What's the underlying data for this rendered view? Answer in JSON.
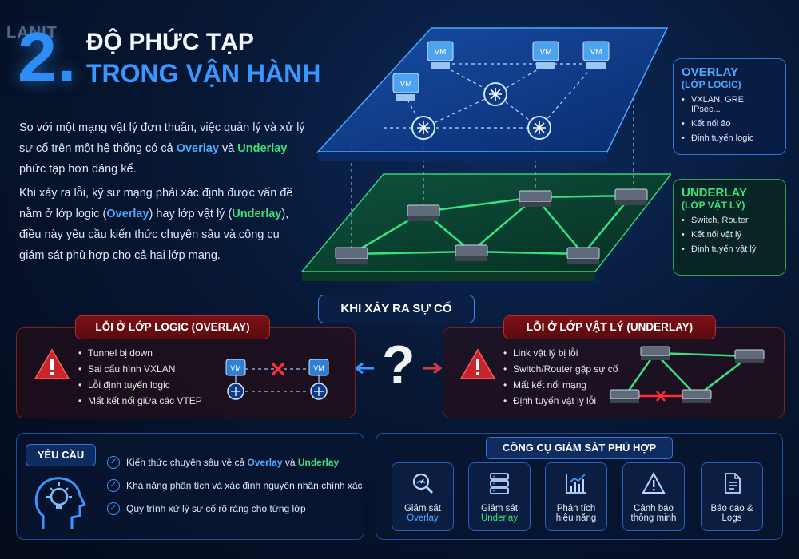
{
  "header": {
    "logo": "LANIT",
    "number": "2.",
    "title_line1": "ĐỘ PHỨC TẠP",
    "title_line2": "TRONG VẬN HÀNH"
  },
  "intro": {
    "p1_a": "So với một mạng vật lý đơn thuần, việc quản lý và xử lý sự cố trên một hệ thống có cả ",
    "p1_overlay": "Overlay",
    "p1_b": " và ",
    "p1_underlay": "Underlay",
    "p1_c": " phức tạp hơn đáng kể.",
    "p2_a": "Khi xảy ra lỗi, kỹ sư mạng phải xác định được vấn đề nằm ở lớp logic (",
    "p2_overlay": "Overlay",
    "p2_b": ") hay lớp vật lý (",
    "p2_underlay": "Underlay",
    "p2_c": "), điều này yêu cầu kiến thức chuyên sâu và công cụ giám sát phù hợp cho cả hai lớp mạng."
  },
  "diagram": {
    "vm_label": "VM"
  },
  "overlay_box": {
    "title": "OVERLAY",
    "subtitle": "(LỚP LOGIC)",
    "items": [
      "VXLAN, GRE, IPsec...",
      "Kết nối ảo",
      "Định tuyến logic"
    ]
  },
  "underlay_box": {
    "title": "UNDERLAY",
    "subtitle": "(LỚP VẬT LÝ)",
    "items": [
      "Switch, Router",
      "Kết nối vật lý",
      "Định tuyến vật lý"
    ]
  },
  "incident": {
    "label": "KHI XẢY RA SỰ CỐ",
    "question": "?",
    "overlay_error": {
      "title": "LỖI Ở LỚP LOGIC (OVERLAY)",
      "items": [
        "Tunnel bị down",
        "Sai cấu hình VXLAN",
        "Lỗi định tuyến logic",
        "Mất kết nối giữa các VTEP"
      ]
    },
    "underlay_error": {
      "title": "LỖI Ở LỚP VẬT LÝ (UNDERLAY)",
      "items": [
        "Link vật lý bị lỗi",
        "Switch/Router gặp sự cố",
        "Mất kết nối mạng",
        "Định tuyến vật lý lỗi"
      ]
    }
  },
  "requirements": {
    "label": "YÊU CẦU",
    "item1_a": "Kiến thức chuyên sâu về cả ",
    "item1_overlay": "Overlay",
    "item1_b": " và ",
    "item1_underlay": "Underlay",
    "item2": "Khả năng phân tích và xác định nguyên nhân chính xác",
    "item3": "Quy trình xử lý sự cố rõ ràng cho từng lớp"
  },
  "tools": {
    "title": "CÔNG CỤ GIÁM SÁT PHÙ HỢP",
    "cards": [
      {
        "icon": "magnifier-gauge-icon",
        "line1": "Giám sát",
        "line2": "Overlay"
      },
      {
        "icon": "server-icon",
        "line1": "Giám sát",
        "line2": "Underlay"
      },
      {
        "icon": "bar-chart-icon",
        "line1": "Phân tích",
        "line2": "hiệu năng"
      },
      {
        "icon": "warning-icon",
        "line1": "Cảnh báo",
        "line2": "thông minh"
      },
      {
        "icon": "report-icon",
        "line1": "Báo cáo &",
        "line2": "Logs"
      }
    ]
  },
  "colors": {
    "overlay_blue": "#4ea8ff",
    "underlay_green": "#3ee07a",
    "error_red": "#c8242b"
  }
}
